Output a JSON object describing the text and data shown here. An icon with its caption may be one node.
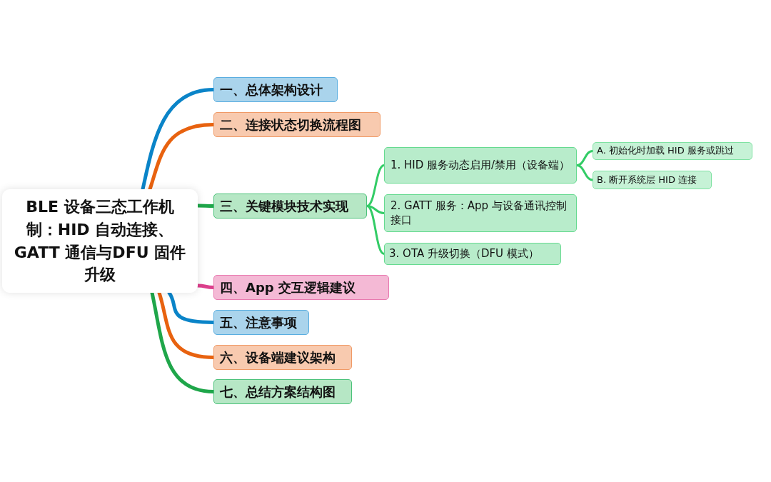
{
  "diagram": {
    "nodes": [
      {
        "text": [
          "BLE 设备三态工作机制：HID 自动连接、GATT 通信与DFU 固件升级"
        ]
      },
      {
        "text": [
          "一、总体架构设计"
        ]
      },
      {
        "text": [
          "二、连接状态切换流程图"
        ]
      },
      {
        "text": [
          "三、关键模块技术实现"
        ]
      },
      {
        "text": [
          "1. HID 服务动态启用/禁用（设备端）"
        ]
      },
      {
        "text": [
          "A. 初始化时加载 HID 服务或跳过"
        ]
      },
      {
        "text": [
          "B. 断开系统层 HID 连接"
        ]
      },
      {
        "text": [
          "2. GATT 服务：App 与设备通讯控制接口"
        ]
      },
      {
        "text": [
          "3. OTA 升级切换（DFU 模式）"
        ]
      },
      {
        "text": [
          "四、App 交互逻辑建议"
        ]
      },
      {
        "text": [
          "五、注意事项"
        ]
      },
      {
        "text": [
          "六、设备端建议架构"
        ]
      },
      {
        "text": [
          "七、总结方案结构图"
        ]
      }
    ],
    "edges": [
      {
        "from": 0,
        "to": 1,
        "arrow": "none",
        "color": "#0a84c8"
      },
      {
        "from": 0,
        "to": 2,
        "arrow": "none",
        "color": "#e8620f"
      },
      {
        "from": 0,
        "to": 3,
        "arrow": "none",
        "color": "#1fa64a"
      },
      {
        "from": 3,
        "to": 4,
        "arrow": "none"
      },
      {
        "from": 4,
        "to": 5,
        "arrow": "none"
      },
      {
        "from": 4,
        "to": 6,
        "arrow": "none"
      },
      {
        "from": 3,
        "to": 7,
        "arrow": "none"
      },
      {
        "from": 3,
        "to": 8,
        "arrow": "none"
      },
      {
        "from": 0,
        "to": 9,
        "arrow": "none",
        "color": "#dc3f8c"
      },
      {
        "from": 0,
        "to": 10,
        "arrow": "none",
        "color": "#0a84c8"
      },
      {
        "from": 0,
        "to": 11,
        "arrow": "none",
        "color": "#e8620f"
      },
      {
        "from": 0,
        "to": 12,
        "arrow": "none",
        "color": "#1fa64a"
      }
    ]
  }
}
